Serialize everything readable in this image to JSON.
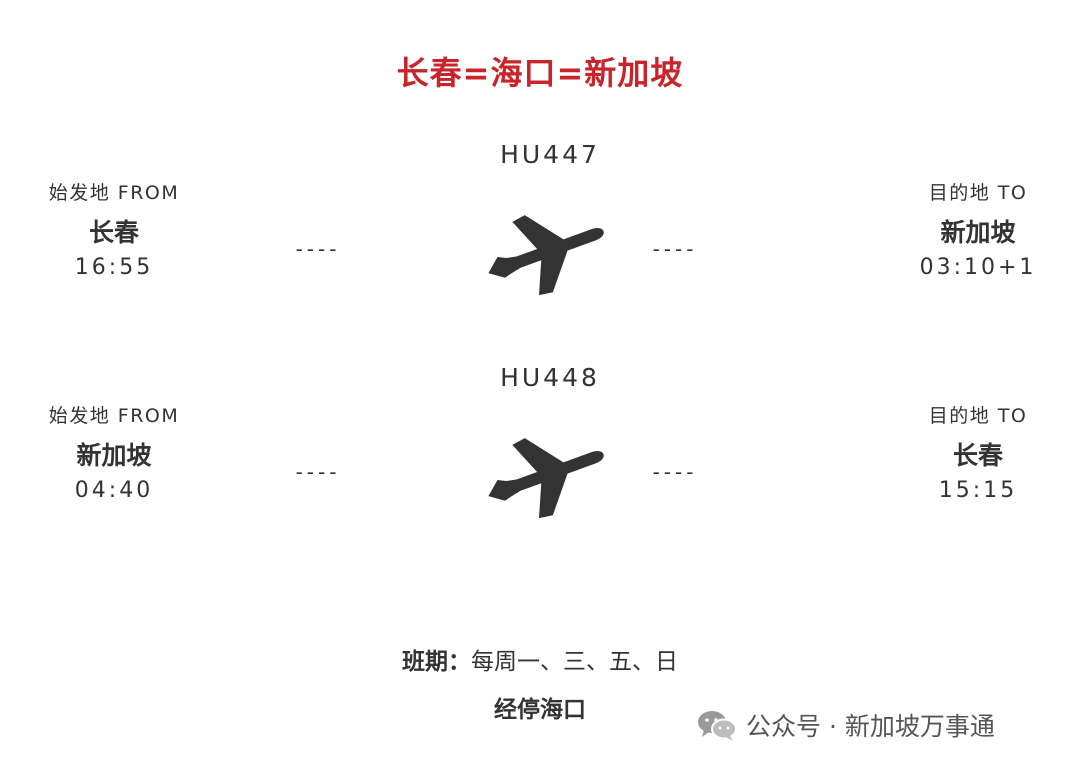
{
  "title": "长春=海口=新加坡",
  "flights": [
    {
      "flight_no": "HU447",
      "from_label": "始发地 FROM",
      "from_city": "长春",
      "from_time": "16:55",
      "to_label": "目的地 TO",
      "to_city": "新加坡",
      "to_time": "03:10+1",
      "dash_left": "----",
      "dash_right": "----",
      "icon": "airplane-icon"
    },
    {
      "flight_no": "HU448",
      "from_label": "始发地 FROM",
      "from_city": "新加坡",
      "from_time": "04:40",
      "to_label": "目的地 TO",
      "to_city": "长春",
      "to_time": "15:15",
      "dash_left": "----",
      "dash_right": "----",
      "icon": "airplane-icon"
    }
  ],
  "schedule": {
    "label": "班期：",
    "value": "每周一、三、五、日"
  },
  "via": "经停海口",
  "watermark": {
    "text": "公众号 · 新加坡万事通",
    "icon": "wechat-icon"
  },
  "colors": {
    "title": "#c8242a",
    "text": "#333333",
    "icon": "#333333"
  }
}
